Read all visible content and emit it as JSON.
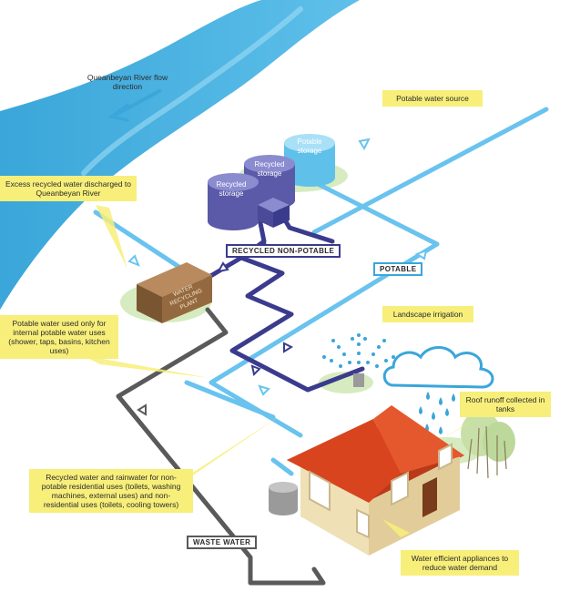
{
  "colors": {
    "river": "#3aa6d9",
    "potable_pipe": "#69c3ee",
    "recycled_pipe": "#3b3b8e",
    "waste_pipe": "#5a5a5a",
    "callout": "#f7ef7a",
    "roof": "#d8441e",
    "house_wall": "#f0e0b6",
    "grass": "#d7ebc0"
  },
  "labels": {
    "river": "Queanbeyan River flow direction",
    "potable_source": "Potable water source",
    "excess": "Excess recycled water discharged to Queanbeyan River",
    "landscape": "Landscape irrigation",
    "potable_only": "Potable water used only for internal potable water uses (shower, taps, basins, kitchen uses)",
    "roof_runoff": "Roof runoff collected in tanks",
    "recycled_rain": "Recycled water and rainwater for non-potable residential uses (toilets, washing machines, external uses) and non-residential uses (toilets, cooling towers)",
    "efficient": "Water efficient appliances to reduce water demand"
  },
  "tanks": {
    "potable": [
      "Potable",
      "storage"
    ],
    "recycled_top": [
      "Recycled",
      "storage"
    ],
    "recycled_left": [
      "Recycled",
      "storage"
    ]
  },
  "plant": [
    "WATER",
    "RECYCLING",
    "PLANT"
  ],
  "tags": {
    "recycled": "RECYCLED NON-POTABLE",
    "potable": "POTABLE",
    "waste": "WASTE WATER"
  }
}
